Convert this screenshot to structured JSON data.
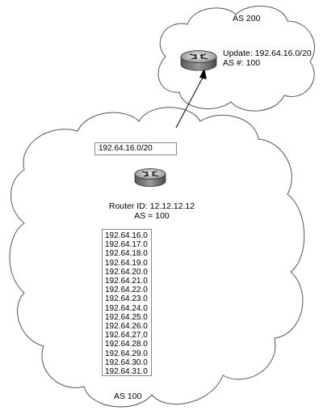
{
  "as200": {
    "label": "AS 200",
    "update_line1": "Update: 192.64.16.0/20",
    "update_line2": "AS #: 100"
  },
  "as100": {
    "label": "AS 100",
    "aggregate": "192.64.16.0/20",
    "router_id": "Router ID: 12.12.12.12",
    "router_as": "AS = 100",
    "prefixes": [
      "192.64.16.0",
      "192.64.17.0",
      "192.64.18.0",
      "192.64.19.0",
      "192.64.20.0",
      "192.64.21.0",
      "192.64.22.0",
      "192.64.23.0",
      "192.64.24.0",
      "192.64.25.0",
      "192.64.26.0",
      "192.64.27.0",
      "192.64.28.0",
      "192.64.29.0",
      "192.64.30.0",
      "192.64.31.0"
    ]
  }
}
